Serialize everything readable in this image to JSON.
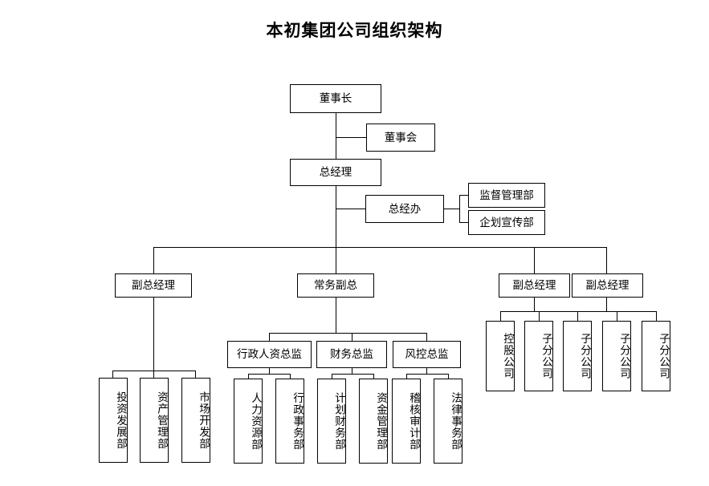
{
  "title": "本初集团公司组织架构",
  "chart_data": {
    "type": "diagram",
    "diagram_kind": "organization-chart",
    "title": "本初集团公司组织架构",
    "orientation": "top-down",
    "nodes": [
      {
        "id": "chairman",
        "label": "董事长",
        "level": 0,
        "text_dir": "horizontal"
      },
      {
        "id": "board",
        "label": "董事会",
        "level": 1,
        "text_dir": "horizontal"
      },
      {
        "id": "gm",
        "label": "总经理",
        "level": 2,
        "text_dir": "horizontal"
      },
      {
        "id": "gm-office",
        "label": "总经办",
        "level": 3,
        "text_dir": "horizontal"
      },
      {
        "id": "supervision",
        "label": "监督管理部",
        "level": 4,
        "text_dir": "horizontal"
      },
      {
        "id": "publicity",
        "label": "企划宣传部",
        "level": 4,
        "text_dir": "horizontal"
      },
      {
        "id": "dgm-left",
        "label": "副总经理",
        "level": 5,
        "text_dir": "horizontal"
      },
      {
        "id": "exec-dgm",
        "label": "常务副总",
        "level": 5,
        "text_dir": "horizontal"
      },
      {
        "id": "dgm-right-1",
        "label": "副总经理",
        "level": 5,
        "text_dir": "horizontal"
      },
      {
        "id": "dgm-right-2",
        "label": "副总经理",
        "level": 5,
        "text_dir": "horizontal"
      },
      {
        "id": "dir-admin-hr",
        "label": "行政人资总监",
        "level": 6,
        "text_dir": "horizontal"
      },
      {
        "id": "dir-finance",
        "label": "财务总监",
        "level": 6,
        "text_dir": "horizontal"
      },
      {
        "id": "dir-risk",
        "label": "风控总监",
        "level": 6,
        "text_dir": "horizontal"
      },
      {
        "id": "dept-invest",
        "label": "投资发展部",
        "level": 7,
        "text_dir": "vertical"
      },
      {
        "id": "dept-asset",
        "label": "资产管理部",
        "level": 7,
        "text_dir": "vertical"
      },
      {
        "id": "dept-market",
        "label": "市场开发部",
        "level": 7,
        "text_dir": "vertical"
      },
      {
        "id": "dept-hr",
        "label": "人力资源部",
        "level": 7,
        "text_dir": "vertical"
      },
      {
        "id": "dept-admin",
        "label": "行政事务部",
        "level": 7,
        "text_dir": "vertical"
      },
      {
        "id": "dept-planfin",
        "label": "计划财务部",
        "level": 7,
        "text_dir": "vertical"
      },
      {
        "id": "dept-fund",
        "label": "资金管理部",
        "level": 7,
        "text_dir": "vertical"
      },
      {
        "id": "dept-audit",
        "label": "稽核审计部",
        "level": 7,
        "text_dir": "vertical"
      },
      {
        "id": "dept-legal",
        "label": "法律事务部",
        "level": 7,
        "text_dir": "vertical"
      },
      {
        "id": "sub-holding",
        "label": "控股公司",
        "level": 6,
        "text_dir": "vertical"
      },
      {
        "id": "sub-branch-1",
        "label": "子分公司",
        "level": 6,
        "text_dir": "vertical"
      },
      {
        "id": "sub-branch-2",
        "label": "子分公司",
        "level": 6,
        "text_dir": "vertical"
      },
      {
        "id": "sub-branch-3",
        "label": "子分公司",
        "level": 6,
        "text_dir": "vertical"
      },
      {
        "id": "sub-branch-4",
        "label": "子分公司",
        "level": 6,
        "text_dir": "vertical"
      }
    ],
    "edges": [
      {
        "from": "chairman",
        "to": "board"
      },
      {
        "from": "chairman",
        "to": "gm"
      },
      {
        "from": "gm",
        "to": "gm-office"
      },
      {
        "from": "gm-office",
        "to": "supervision"
      },
      {
        "from": "gm-office",
        "to": "publicity"
      },
      {
        "from": "gm",
        "to": "dgm-left"
      },
      {
        "from": "gm",
        "to": "exec-dgm"
      },
      {
        "from": "gm",
        "to": "dgm-right-1"
      },
      {
        "from": "gm",
        "to": "dgm-right-2"
      },
      {
        "from": "dgm-left",
        "to": "dept-invest"
      },
      {
        "from": "dgm-left",
        "to": "dept-asset"
      },
      {
        "from": "dgm-left",
        "to": "dept-market"
      },
      {
        "from": "exec-dgm",
        "to": "dir-admin-hr"
      },
      {
        "from": "exec-dgm",
        "to": "dir-finance"
      },
      {
        "from": "exec-dgm",
        "to": "dir-risk"
      },
      {
        "from": "dir-admin-hr",
        "to": "dept-hr"
      },
      {
        "from": "dir-admin-hr",
        "to": "dept-admin"
      },
      {
        "from": "dir-finance",
        "to": "dept-planfin"
      },
      {
        "from": "dir-finance",
        "to": "dept-fund"
      },
      {
        "from": "dir-risk",
        "to": "dept-audit"
      },
      {
        "from": "dir-risk",
        "to": "dept-legal"
      },
      {
        "from": "dgm-right-1",
        "to": "sub-holding"
      },
      {
        "from": "dgm-right-1",
        "to": "sub-branch-1"
      },
      {
        "from": "dgm-right-1",
        "to": "sub-branch-2"
      },
      {
        "from": "dgm-right-2",
        "to": "sub-branch-3"
      },
      {
        "from": "dgm-right-2",
        "to": "sub-branch-4"
      }
    ],
    "colors": {
      "box_border": "#000000",
      "box_fill": "#ffffff",
      "line": "#000000",
      "text": "#000000"
    }
  }
}
